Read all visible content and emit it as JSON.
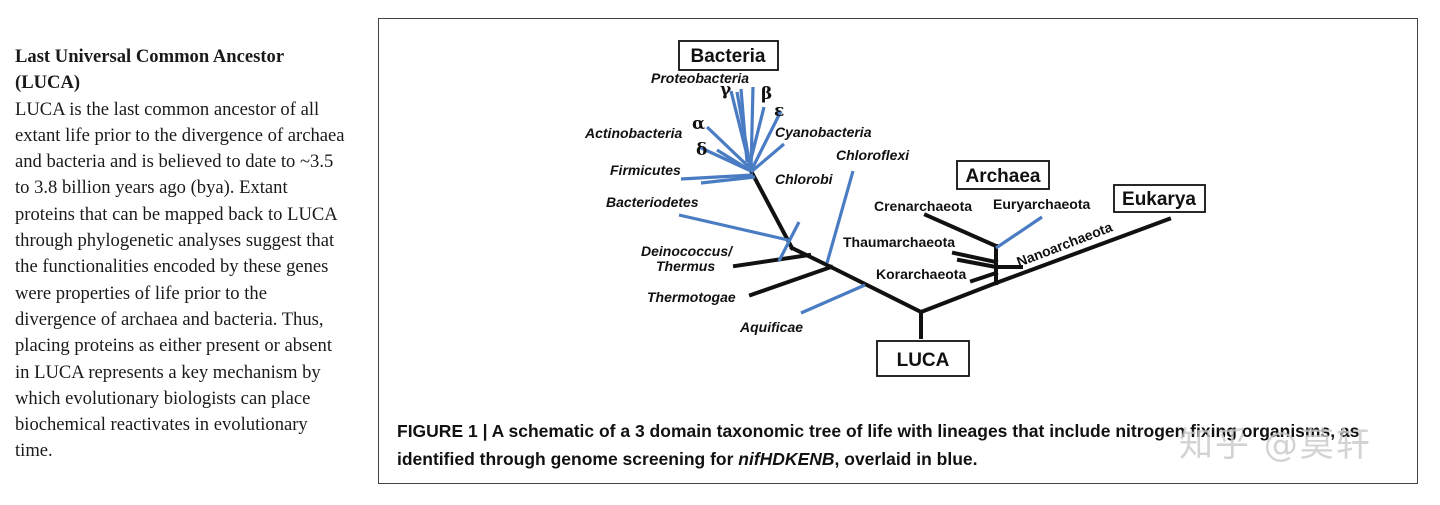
{
  "sidebar": {
    "heading": "Last Universal Common Ancestor (LUCA)",
    "body": "LUCA is the last common ancestor of all extant life prior to the divergence of archaea and bacteria and is believed to date to ~3.5 to 3.8 billion years ago (bya). Extant proteins that can be mapped back to LUCA through phylogenetic analyses suggest that the functionalities encoded by these genes were properties of life prior to the divergence of archaea and bacteria. Thus, placing proteins as either present or absent in LUCA represents a key mechanism by which evolutionary biologists can place biochemical reactivates in evolutionary time."
  },
  "figure": {
    "domains": {
      "bacteria": "Bacteria",
      "archaea": "Archaea",
      "eukarya": "Eukarya",
      "luca": "LUCA"
    },
    "greek": {
      "gamma": "γ",
      "beta": "β",
      "epsilon": "ε",
      "alpha": "α",
      "delta": "δ"
    },
    "lineages": {
      "proteobacteria": "Proteobacteria",
      "actinobacteria": "Actinobacteria",
      "cyanobacteria": "Cyanobacteria",
      "firmicutes": "Firmicutes",
      "chloroflexi": "Chloroflexi",
      "chlorobi": "Chlorobi",
      "bacteriodetes": "Bacteriodetes",
      "deinococcus": "Deinococcus/",
      "thermus": "Thermus",
      "thermotogae": "Thermotogae",
      "aquificae": "Aquificae",
      "crenarchaeota": "Crenarchaeota",
      "euryarchaeota": "Euryarchaeota",
      "thaumarchaeota": "Thaumarchaeota",
      "korarchaeota": "Korarchaeota",
      "nanoarchaeota": "Nanoarchaeota"
    },
    "colors": {
      "nitrogen_fixing": "#4a7cc4",
      "other": "#111111"
    },
    "caption": {
      "prefix": "FIGURE 1 | A schematic of a 3 domain taxonomic tree of life with lineages that include nitrogen fixing organisms, as identified through genome screening for ",
      "gene": "nifHDKENB",
      "suffix": ", overlaid in blue."
    },
    "watermark": "知乎 @莫轩"
  }
}
